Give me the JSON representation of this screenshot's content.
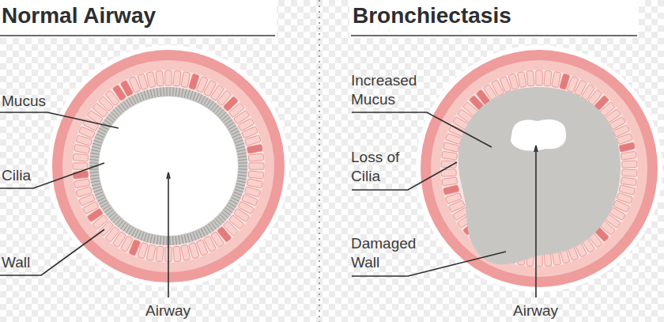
{
  "diagram": {
    "labels": [
      "Normal Airway",
      "Mucus",
      "Cilia",
      "Wall",
      "Airway",
      "Bronchiectasis",
      "Increased Mucus",
      "Loss of Cilia",
      "Damaged Wall",
      "Airway"
    ]
  }
}
